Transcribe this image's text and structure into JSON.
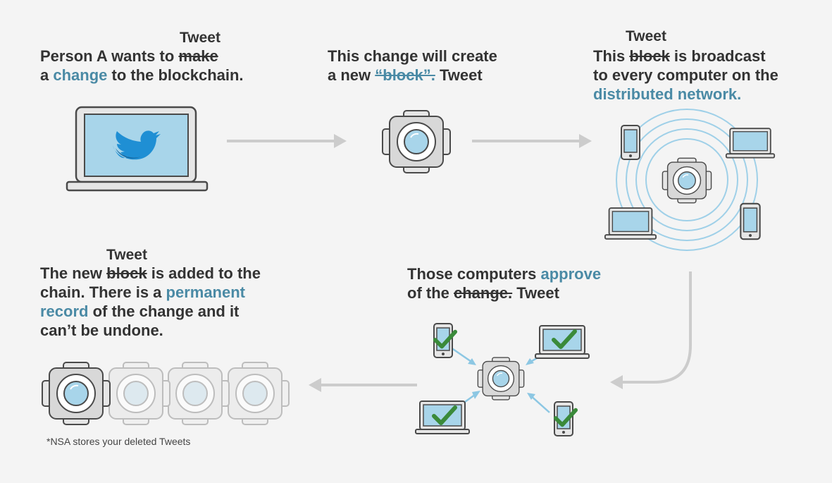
{
  "colors": {
    "background": "#f4f4f4",
    "text": "#333333",
    "highlight": "#4a8aa5",
    "screen": "#a8d5ea",
    "check": "#3a8a3a",
    "arrow": "#cccccc",
    "blue_arrow": "#8cc7e3"
  },
  "step1": {
    "above": "Tweet",
    "line1_a": "Person A wants to ",
    "line1_strike": "make",
    "line2_a": "a ",
    "line2_hl": "change",
    "line2_b": " to the blockchain."
  },
  "step2": {
    "line1": "This change will create",
    "line2_a": "a new ",
    "line2_strike": "“block”.",
    "line2_b": " Tweet"
  },
  "step3": {
    "above": "Tweet",
    "line1_a": "This ",
    "line1_strike": "block",
    "line1_b": " is broadcast",
    "line2": "to every computer on the",
    "line3_hl": "distributed network."
  },
  "step4": {
    "line1_a": "Those computers ",
    "line1_hl": "approve",
    "line2_a": "of the ",
    "line2_strike": "change.",
    "line2_b": " Tweet"
  },
  "step5": {
    "above": "Tweet",
    "line1_a": "The new ",
    "line1_strike": "block",
    "line1_b": " is added to the",
    "line2_a": "chain. There is a ",
    "line2_hl": "permanent",
    "line3_hl": "record",
    "line3_b": " of the change and it",
    "line4": "can’t be undone."
  },
  "footnote": "*NSA stores your deleted Tweets",
  "icons": {
    "laptop": "laptop-icon",
    "bird": "twitter-bird-icon",
    "block": "block-icon",
    "tablet": "tablet-icon",
    "check": "checkmark-icon"
  }
}
